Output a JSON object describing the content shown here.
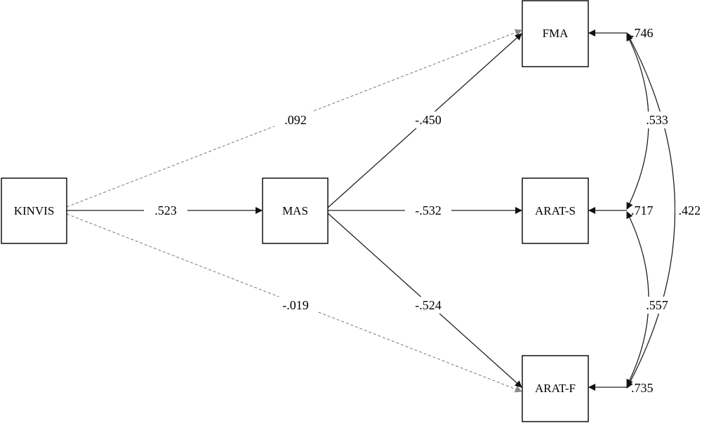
{
  "nodes": {
    "kinvis": "KINVIS",
    "mas": "MAS",
    "fma": "FMA",
    "arat_s": "ARAT-S",
    "arat_f": "ARAT-F"
  },
  "paths": {
    "kinvis_mas": ".523",
    "kinvis_fma": ".092",
    "kinvis_aratf": "-.019",
    "mas_fma": "-.450",
    "mas_arats": "-.532",
    "mas_aratf": "-.524"
  },
  "residuals": {
    "fma": ".746",
    "arat_s": ".717",
    "arat_f": ".735"
  },
  "correlations": {
    "fma_arats": ".533",
    "arats_aratf": ".557",
    "fma_aratf": ".422"
  },
  "colors": {
    "solid_edge": "#222222",
    "dashed_edge": "#777777",
    "dashed_arrowhead": "#888888"
  }
}
